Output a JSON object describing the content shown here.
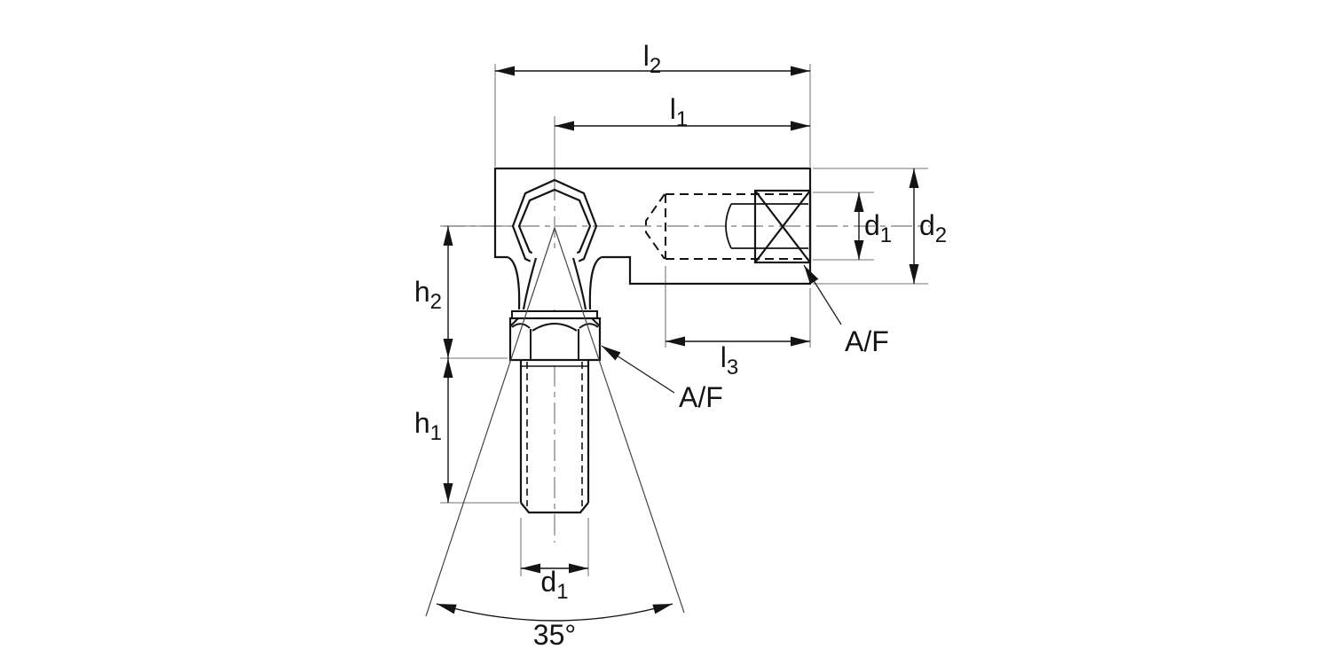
{
  "drawing": {
    "description": "Technical drawing of an angle ball joint with threaded stud",
    "labels": {
      "l2": {
        "base": "l",
        "sub": "2"
      },
      "l1": {
        "base": "l",
        "sub": "1"
      },
      "l3": {
        "base": "l",
        "sub": "3"
      },
      "d1_right": {
        "base": "d",
        "sub": "1"
      },
      "d2": {
        "base": "d",
        "sub": "2"
      },
      "h2": {
        "base": "h",
        "sub": "2"
      },
      "h1": {
        "base": "h",
        "sub": "1"
      },
      "d1_bottom": {
        "base": "d",
        "sub": "1"
      },
      "af_housing": "A/F",
      "af_stud": "A/F",
      "cone_angle": "35°"
    },
    "colors": {
      "outline": "#141414",
      "thin_line": "#8f8f8f",
      "background": "#ffffff"
    }
  }
}
